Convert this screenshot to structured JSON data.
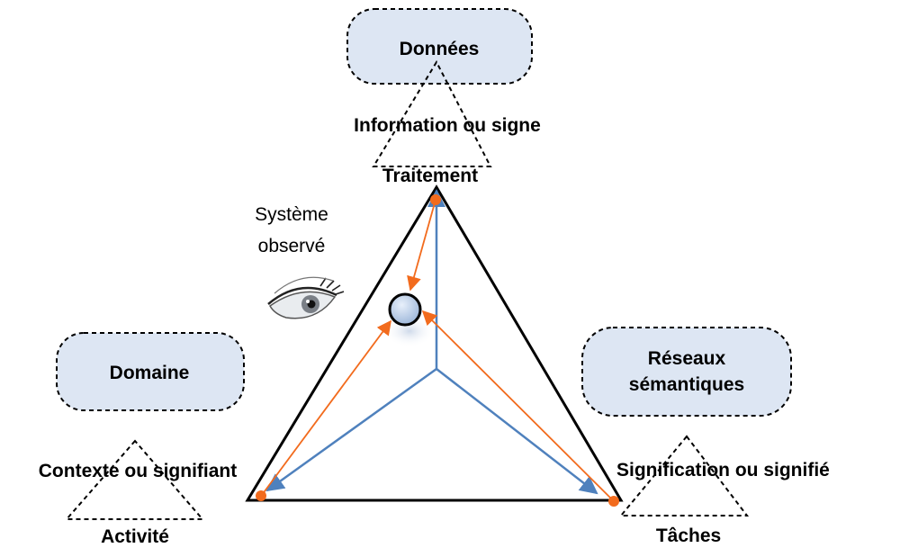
{
  "nodes": {
    "donnees": "Données",
    "domaine": "Domaine",
    "reseaux_line1": "Réseaux",
    "reseaux_line2": "sémantiques"
  },
  "vertex_labels": {
    "information": "Information ou signe",
    "traitement": "Traitement",
    "contexte": "Contexte ou signifiant",
    "activite": "Activité",
    "signification": "Signification ou signifié",
    "taches": "Tâches"
  },
  "observer": {
    "line1": "Système",
    "line2": "observé",
    "icon": "eye-icon"
  },
  "colors": {
    "node_fill": "#dde6f3",
    "blue_axis": "#4f81bd",
    "orange_arrow": "#f26b1d",
    "center_fill": "#b8cde8"
  }
}
